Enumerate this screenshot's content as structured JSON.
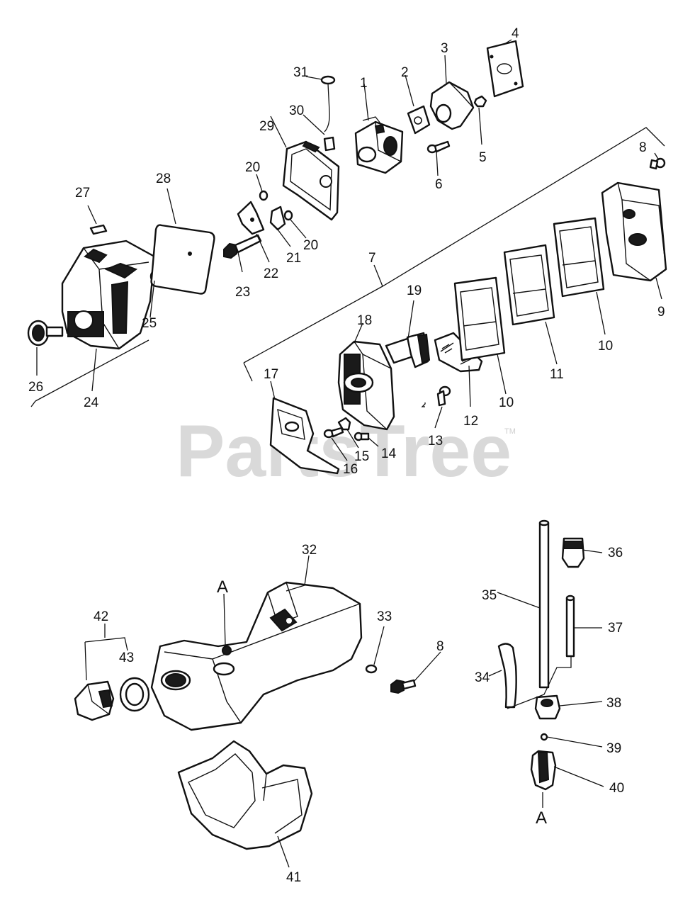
{
  "watermark": {
    "text": "PartsTree",
    "trademark": "TM"
  },
  "callouts": {
    "p1": "1",
    "p2": "2",
    "p3": "3",
    "p4": "4",
    "p5": "5",
    "p6": "6",
    "p7": "7",
    "p8a": "8",
    "p8b": "8",
    "p9": "9",
    "p10a": "10",
    "p10b": "10",
    "p11": "11",
    "p12": "12",
    "p13": "13",
    "p14": "14",
    "p15": "15",
    "p16": "16",
    "p17": "17",
    "p18": "18",
    "p19": "19",
    "p20a": "20",
    "p20b": "20",
    "p21": "21",
    "p22": "22",
    "p23": "23",
    "p24": "24",
    "p25": "25",
    "p26": "26",
    "p27": "27",
    "p28": "28",
    "p29": "29",
    "p30": "30",
    "p31": "31",
    "p32": "32",
    "p33": "33",
    "p34": "34",
    "p35": "35",
    "p36": "36",
    "p37": "37",
    "p38": "38",
    "p39": "39",
    "p40": "40",
    "p41": "41",
    "p42": "42",
    "p43": "43"
  },
  "references": {
    "a_tank": "A",
    "a_filter": "A"
  }
}
